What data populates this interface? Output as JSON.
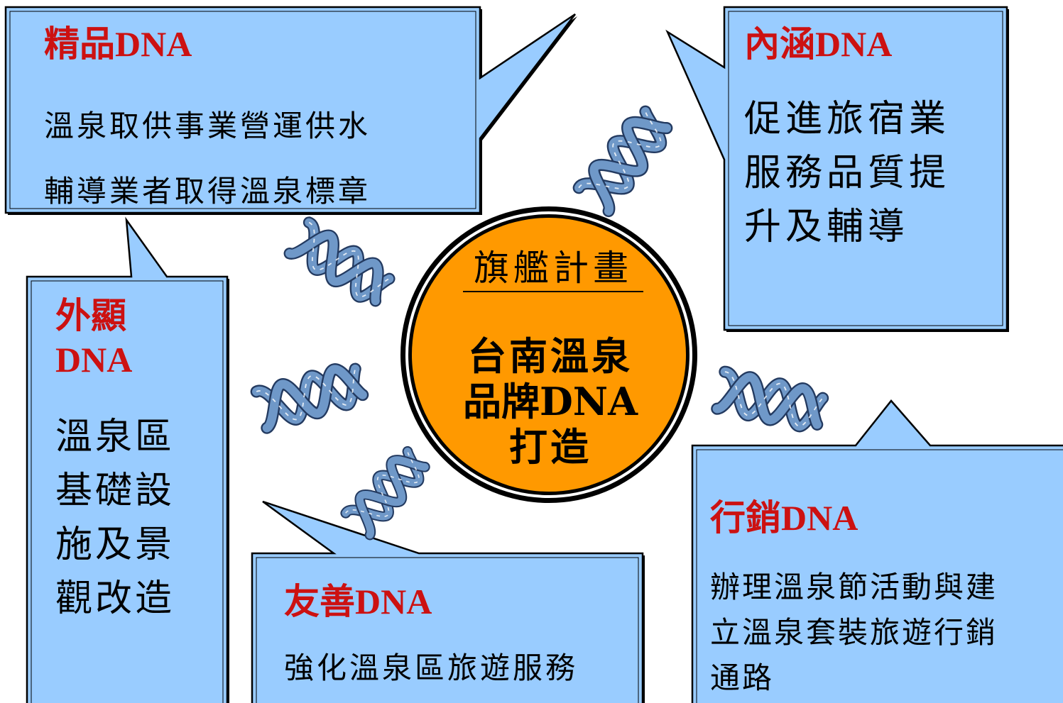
{
  "center": {
    "title": "旗艦計畫",
    "lines": [
      "台南溫泉",
      "品牌DNA",
      "打造"
    ]
  },
  "callouts": {
    "jingpin": {
      "title": "精品DNA",
      "lines": [
        "溫泉取供事業營運供水",
        "輔導業者取得溫泉標章"
      ]
    },
    "neihan": {
      "title": "內涵DNA",
      "lines": [
        "促進旅宿業",
        "服務品質提",
        "升及輔導"
      ]
    },
    "waixian": {
      "title_lines": [
        "外顯",
        "DNA"
      ],
      "lines": [
        "溫泉區",
        "基礎設",
        "施及景",
        "觀改造"
      ]
    },
    "youshan": {
      "title": "友善DNA",
      "lines": [
        "強化溫泉區旅遊服務"
      ]
    },
    "xingxiao": {
      "title": "行銷DNA",
      "lines": [
        "辦理溫泉節活動與建",
        "立溫泉套裝旅遊行銷",
        "通路"
      ]
    }
  },
  "colors": {
    "callout_fill": "#99ccff",
    "center_fill": "#ff9900",
    "title_red": "#cc1111",
    "helix_fill": "#6f98c8"
  }
}
